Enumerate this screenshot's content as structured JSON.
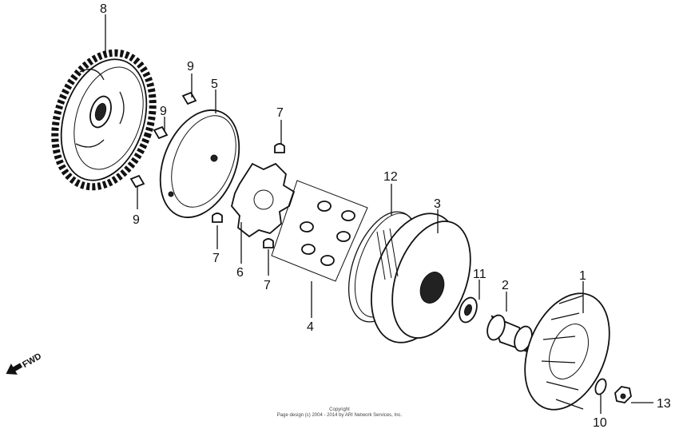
{
  "callouts": {
    "c1": "1",
    "c2": "2",
    "c3": "3",
    "c4": "4",
    "c5": "5",
    "c6": "6",
    "c7a": "7",
    "c7b": "7",
    "c7c": "7",
    "c8": "8",
    "c9a": "9",
    "c9b": "9",
    "c9c": "9",
    "c10": "10",
    "c11": "11",
    "c12": "12",
    "c13": "13"
  },
  "fwd_label": "FWD",
  "copyright_line1": "Copyright",
  "copyright_line2": "Page design (c) 2004 - 2014 by ARI Network Services, Inc."
}
